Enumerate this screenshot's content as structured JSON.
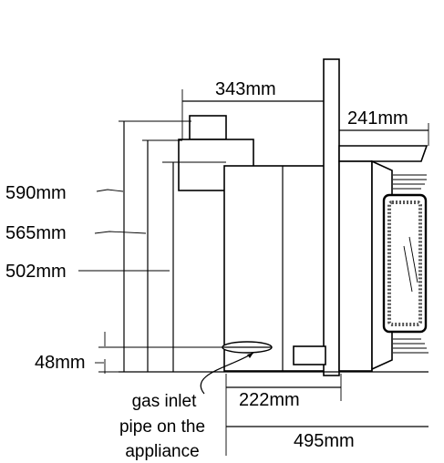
{
  "dimensions": {
    "width_343": "343mm",
    "width_241": "241mm",
    "height_590": "590mm",
    "height_565": "565mm",
    "height_502": "502mm",
    "height_48": "48mm",
    "width_222": "222mm",
    "width_495": "495mm"
  },
  "caption": {
    "line1": "gas inlet",
    "line2": "pipe on the",
    "line3": "appliance"
  }
}
